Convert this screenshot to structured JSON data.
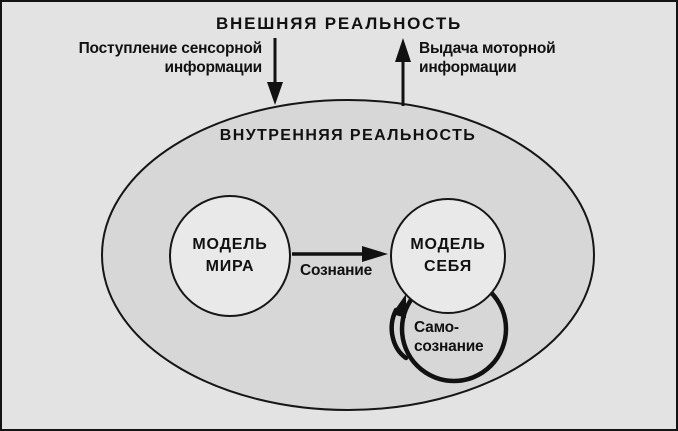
{
  "diagram": {
    "external_reality_title": "ВНЕШНЯЯ РЕАЛЬНОСТЬ",
    "internal_reality_title": "ВНУТРЕННЯЯ РЕАЛЬНОСТЬ",
    "sensory_label": {
      "line1": "Поступление сенсорной",
      "line2": "информации"
    },
    "motor_label": {
      "line1": "Выдача моторной",
      "line2": "информации"
    },
    "world_model_label": {
      "line1": "МОДЕЛЬ",
      "line2": "МИРА"
    },
    "self_model_label": {
      "line1": "МОДЕЛЬ",
      "line2": "СЕБЯ"
    },
    "consciousness_label": "Сознание",
    "self_consciousness_label": {
      "line1": "Само-",
      "line2": "сознание"
    },
    "colors": {
      "background": "#e3e3e3",
      "ellipse_fill": "#d7d7d7",
      "circle_fill": "#e9e9e9",
      "stroke": "#161616",
      "frame_border": "#141414"
    }
  }
}
